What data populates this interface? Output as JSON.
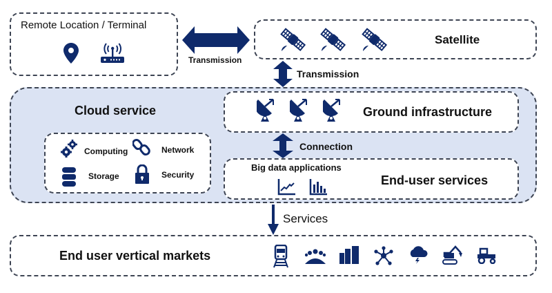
{
  "colors": {
    "icon_navy": "#0f2a6b",
    "cloud_bg": "#dbe3f3",
    "border": "#3d4453"
  },
  "remote": {
    "title": "Remote Location / Terminal",
    "icons": [
      "location-pin-icon",
      "wifi-router-icon"
    ]
  },
  "transmission_horizontal": {
    "label": "Transmission"
  },
  "satellite": {
    "title": "Satellite",
    "icons": [
      "satellite-icon",
      "satellite-icon",
      "satellite-icon"
    ]
  },
  "transmission_vertical": {
    "label": "Transmission"
  },
  "cloud": {
    "title": "Cloud service",
    "services": [
      {
        "label": "Computing",
        "icon": "gears-icon"
      },
      {
        "label": "Network",
        "icon": "chain-link-icon"
      },
      {
        "label": "Storage",
        "icon": "database-icon"
      },
      {
        "label": "Security",
        "icon": "padlock-icon"
      }
    ]
  },
  "ground": {
    "title": "Ground infrastructure",
    "icons": [
      "satellite-dish-icon",
      "satellite-dish-icon",
      "satellite-dish-icon"
    ]
  },
  "connection": {
    "label": "Connection"
  },
  "end_user_services": {
    "title": "End-user services",
    "subtitle": "Big data applications",
    "icons": [
      "line-chart-icon",
      "bar-chart-icon"
    ]
  },
  "services_arrow": {
    "label": "Services"
  },
  "markets": {
    "title": "End user vertical markets",
    "icons": [
      "train-icon",
      "crowd-icon",
      "city-buildings-icon",
      "network-hub-icon",
      "storm-cloud-icon",
      "excavator-icon",
      "tractor-icon"
    ]
  }
}
